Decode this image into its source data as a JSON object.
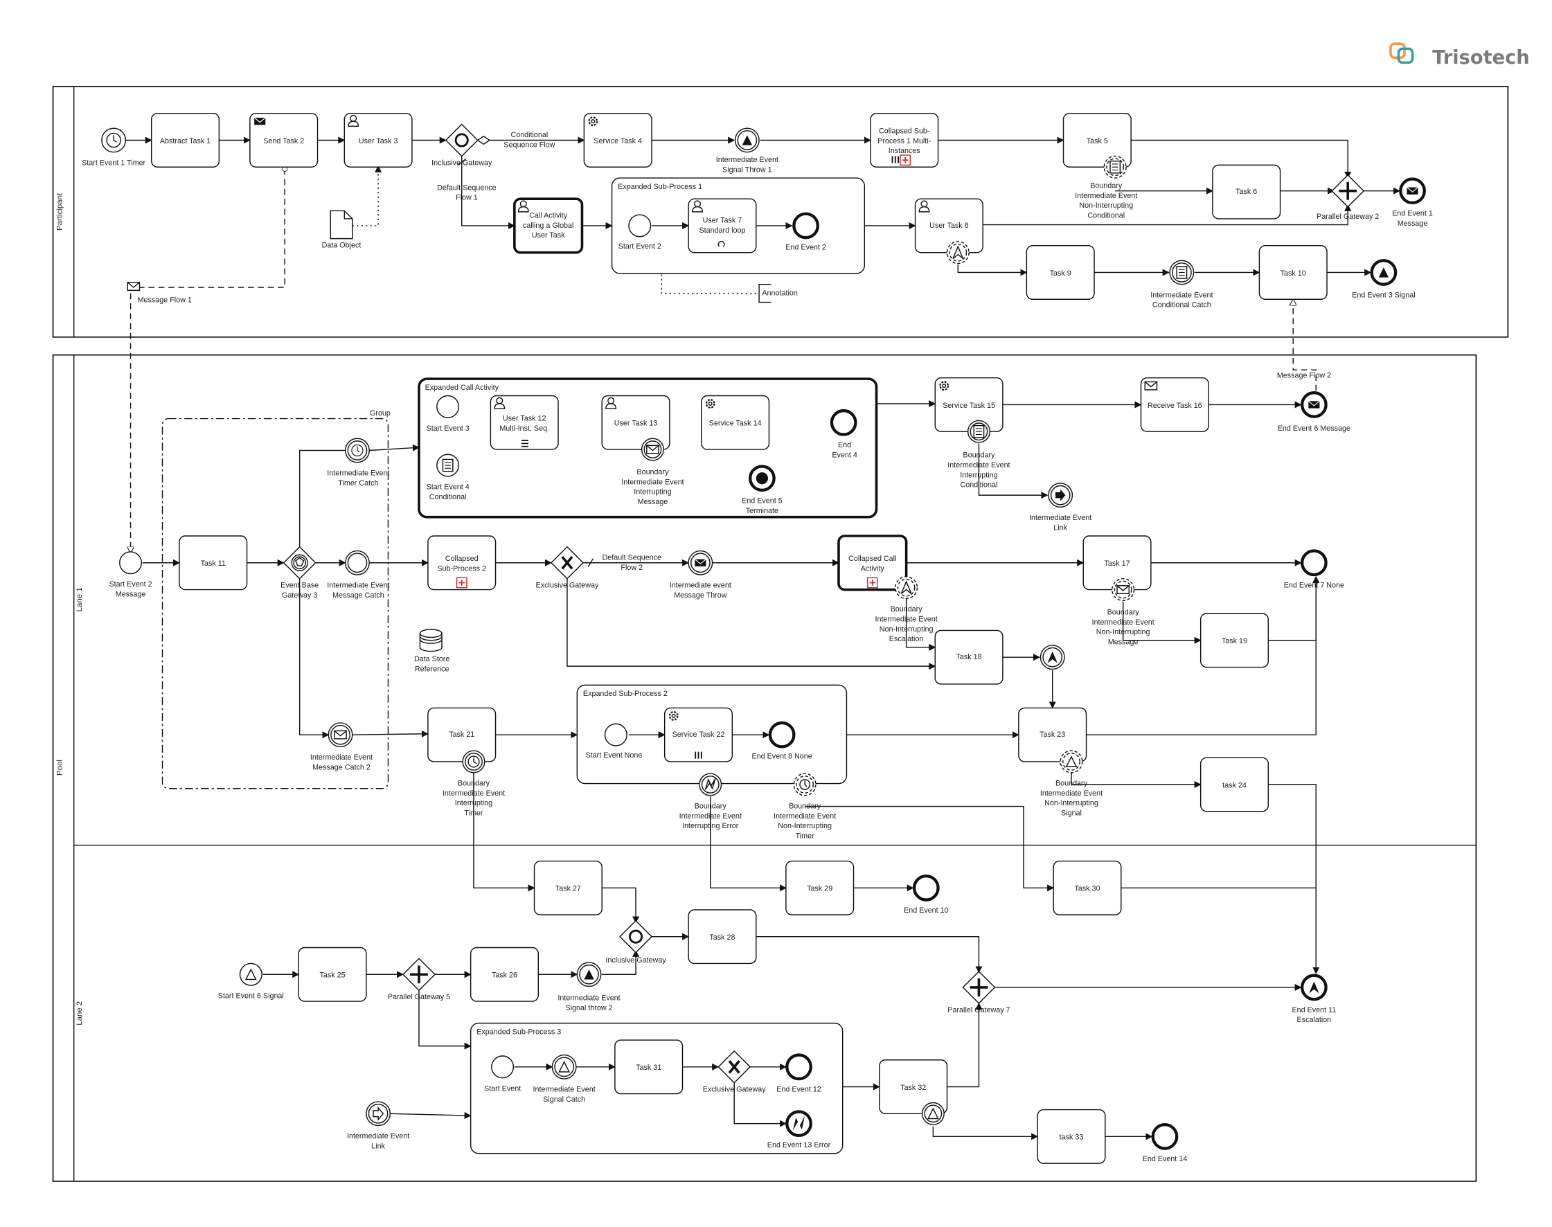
{
  "logo": {
    "text": "Trisotech"
  },
  "pools": {
    "participant": "Participant",
    "pool": "Pool",
    "lane1": "Lane 1",
    "lane2": "Lane 2"
  },
  "labels": {
    "start_event_1": "Start Event 1 Timer",
    "abstract_task_1": "Abstract Task 1",
    "send_task_2": "Send Task 2",
    "user_task_3": "User Task 3",
    "inclusive_gateway": "Inclusive Gateway",
    "conditional_flow_1": "Conditional",
    "conditional_flow_2": "Sequence Flow",
    "service_task_4": "Service Task 4",
    "signal_throw_1a": "Intermediate Event",
    "signal_throw_1b": "Signal Throw 1",
    "collapsed_sub_1a": "Collapsed Sub-",
    "collapsed_sub_1b": "Process 1 Multi-",
    "collapsed_sub_1c": "Instances",
    "task_5": "Task 5",
    "bnd_cond_1": "Boundary",
    "bnd_cond_2": "Intermediate Event",
    "bnd_cond_3": "Non-Interrupting",
    "bnd_cond_4": "Conditional",
    "task_6": "Task 6",
    "parallel_gateway_2": "Parallel Gateway 2",
    "end_event_1a": "End Event 1",
    "end_event_1b": "Message",
    "default_flow_1a": "Default Sequence",
    "default_flow_1b": "Flow 1",
    "call_act_1": "Call Activity",
    "call_act_2": "calling a Global",
    "call_act_3": "User Task",
    "exp_sub_1": "Expanded Sub-Process 1",
    "start_event_2": "Start Event 2",
    "user_task_7a": "User Task 7",
    "user_task_7b": "Standard loop",
    "end_event_2": "End Event 2",
    "user_task_8": "User Task 8",
    "task_9": "Task 9",
    "cond_catch_a": "Intermediate Event",
    "cond_catch_b": "Conditional Catch",
    "task_10": "Task 10",
    "end_event_3": "End Event 3 Signal",
    "data_object": "Data Object",
    "annotation": "Annotation",
    "message_flow_1": "Message Flow 1",
    "message_flow_2": "Message Flow 2",
    "group": "Group",
    "exp_call_act": "Expanded Call Activity",
    "start_event_3": "Start Event 3",
    "start_event_4a": "Start Event 4",
    "start_event_4b": "Conditional",
    "user_task_12a": "User Task 12",
    "user_task_12b": "Multi-Inst. Seq.",
    "user_task_13": "User Task 13",
    "service_task_14": "Service Task 14",
    "end_event_4a": "End",
    "end_event_4b": "Event 4",
    "bnd_msg_1": "Boundary",
    "bnd_msg_2": "Intermediate Event",
    "bnd_msg_3": "Interrupting",
    "bnd_msg_4": "Message",
    "end_event_5a": "End Event 5",
    "end_event_5b": "Terminate",
    "service_task_15": "Service Task 15",
    "bnd_int_cond_1": "Boundary",
    "bnd_int_cond_2": "Intermediate Event",
    "bnd_int_cond_3": "Interrupting",
    "bnd_int_cond_4": "Conditional",
    "receive_task_16": "Receive Task 16",
    "end_event_6": "End Event 6 Message",
    "link_a": "Intermediate Event",
    "link_b": "Link",
    "timer_catch_a": "Intermediate Event",
    "timer_catch_b": "Timer Catch",
    "start_event_2m_a": "Start Event 2",
    "start_event_2m_b": "Message",
    "task_11": "Task 11",
    "event_gw_a": "Event Base",
    "event_gw_b": "Gateway 3",
    "msg_catch_a": "Intermediate Event",
    "msg_catch_b": "Message Catch",
    "collapsed_sub_2a": "Collapsed",
    "collapsed_sub_2b": "Sub-Process 2",
    "exclusive_gateway": "Exclusive Gateway",
    "default_flow_2a": "Default Sequence",
    "default_flow_2b": "Flow 2",
    "msg_throw_a": "Intermediate event",
    "msg_throw_b": "Message Throw",
    "collapsed_call_a": "Collapsed Call",
    "collapsed_call_b": "Activity",
    "bnd_esc_1": "Boundary",
    "bnd_esc_2": "Intermediate Event",
    "bnd_esc_3": "Non-Interrupting",
    "bnd_esc_4": "Escalation",
    "task_17": "Task 17",
    "bnd_nimsg_1": "Boundary",
    "bnd_nimsg_2": "Intermediate Event",
    "bnd_nimsg_3": "Non-Interrupting",
    "bnd_nimsg_4": "Message",
    "end_event_7": "End Event 7 None",
    "task_19": "Task 19",
    "data_store_a": "Data Store",
    "data_store_b": "Reference",
    "task_18": "Task 18",
    "exp_sub_2": "Expanded Sub-Process 2",
    "start_event_none": "Start Event None",
    "service_task_22": "Service Task 22",
    "end_event_8": "End Event 8 None",
    "task_21": "Task 21",
    "msg_catch2_a": "Intermediate Event",
    "msg_catch2_b": "Message Catch 2",
    "task_23": "Task 23",
    "task_24": "task 24",
    "bnd_timer_1": "Boundary",
    "bnd_timer_2": "Intermediate Event",
    "bnd_timer_3": "Interrupting",
    "bnd_timer_4": "Timer",
    "bnd_err_1": "Boundary",
    "bnd_err_2": "Intermediate Event",
    "bnd_err_3": "Interrupting Error",
    "bnd_nitimer_1": "Boundary",
    "bnd_nitimer_2": "Intermediate Event",
    "bnd_nitimer_3": "Non-Interrupting",
    "bnd_nitimer_4": "Timer",
    "bnd_sig_1": "Boundary",
    "bnd_sig_2": "Intermediate Event",
    "bnd_sig_3": "Non-Interrupting",
    "bnd_sig_4": "Signal",
    "task_27": "Task 27",
    "task_29": "Task 29",
    "end_event_10": "End Event 10",
    "task_30": "Task 30",
    "task_28": "Task 28",
    "inclusive_gateway_2": "Inclusive Gateway",
    "start_event_6": "Start Event 6 Signal",
    "task_25": "Task 25",
    "parallel_gateway_5": "Parallel Gateway 5",
    "task_26": "Task 26",
    "signal_throw_2a": "Intermediate Event",
    "signal_throw_2b": "Signal throw 2",
    "parallel_gateway_7": "Parallel Gateway 7",
    "end_event_11a": "End Event 11",
    "end_event_11b": "Escalation",
    "exp_sub_3": "Expanded Sub-Process 3",
    "start_event_plain": "Start Event",
    "signal_catch_a": "Intermediate Event",
    "signal_catch_b": "Signal Catch",
    "task_31": "Task 31",
    "exclusive_gateway_2": "Exclusive Gateway",
    "end_event_12": "End Event 12",
    "end_event_13": "End Event 13 Error",
    "task_32": "Task 32",
    "link2_a": "Intermediate Event",
    "link2_b": "Link",
    "task_33": "task 33",
    "end_event_14": "End Event 14"
  },
  "colors": {
    "stroke": "#111111",
    "accent_red": "#d62828",
    "logo_teal": "#3a9d9f",
    "logo_orange": "#f2994a",
    "logo_gray": "#7a7a7a"
  }
}
